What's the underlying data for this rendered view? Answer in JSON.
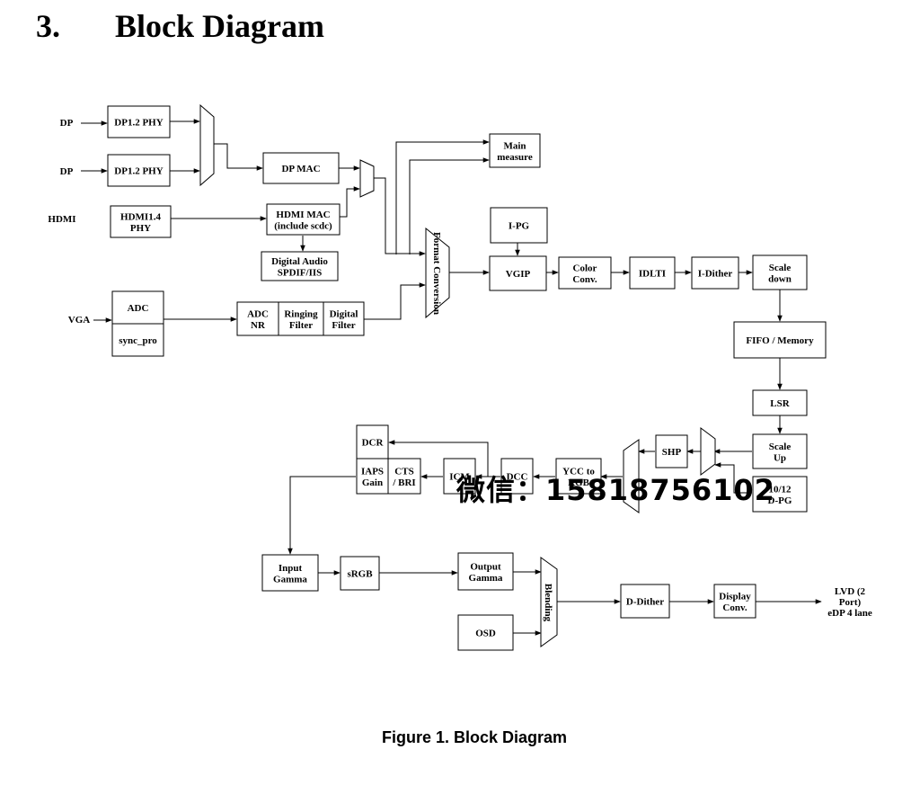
{
  "heading": {
    "number": "3.",
    "title": "Block Diagram"
  },
  "caption": "Figure 1. Block Diagram",
  "watermark": "微信：15818756102",
  "inputs": {
    "dp1": "DP",
    "dp2": "DP",
    "hdmi": "HDMI",
    "vga": "VGA"
  },
  "output": [
    "LVD (2",
    "Port)",
    "eDP 4 lane"
  ],
  "blocks": {
    "dp_phy_1": [
      "DP1.2 PHY"
    ],
    "dp_phy_2": [
      "DP1.2 PHY"
    ],
    "hdmi_phy": [
      "HDMI1.4",
      "PHY"
    ],
    "dp_mac": [
      "DP MAC"
    ],
    "hdmi_mac": [
      "HDMI MAC",
      "(include scdc)"
    ],
    "digital_audio": [
      "Digital Audio",
      "SPDIF/IIS"
    ],
    "main_measure": [
      "Main",
      "measure"
    ],
    "adc": [
      "ADC"
    ],
    "sync_pro": [
      "sync_pro"
    ],
    "adc_nr": [
      "ADC",
      "NR"
    ],
    "ringing_filter": [
      "Ringing",
      "Filter"
    ],
    "digital_filter": [
      "Digital",
      "Filter"
    ],
    "format_conversion": [
      "Format Conversion"
    ],
    "i_pg": [
      "I-PG"
    ],
    "vgip": [
      "VGIP"
    ],
    "color_conv": [
      "Color",
      "Conv."
    ],
    "idlti": [
      "IDLTI"
    ],
    "i_dither": [
      "I-Dither"
    ],
    "scale_down": [
      "Scale",
      "down"
    ],
    "fifo_memory": [
      "FIFO / Memory"
    ],
    "lsr": [
      "LSR"
    ],
    "scale_up": [
      "Scale",
      "Up"
    ],
    "d_pg": [
      "10/12",
      "D-PG"
    ],
    "shp": [
      "SHP"
    ],
    "ycc_to_rgb": [
      "YCC to",
      "RGB"
    ],
    "dcc": [
      "DCC"
    ],
    "icm": [
      "ICM"
    ],
    "dcr": [
      "DCR"
    ],
    "iaps_gain": [
      "IAPS",
      "Gain"
    ],
    "cts_bri": [
      "CTS",
      "/ BRI"
    ],
    "input_gamma": [
      "Input",
      "Gamma"
    ],
    "srgb": [
      "sRGB"
    ],
    "output_gamma": [
      "Output",
      "Gamma"
    ],
    "osd": [
      "OSD"
    ],
    "blending": [
      "Blending"
    ],
    "d_dither": [
      "D-Dither"
    ],
    "display_conv": [
      "Display",
      "Conv."
    ]
  }
}
